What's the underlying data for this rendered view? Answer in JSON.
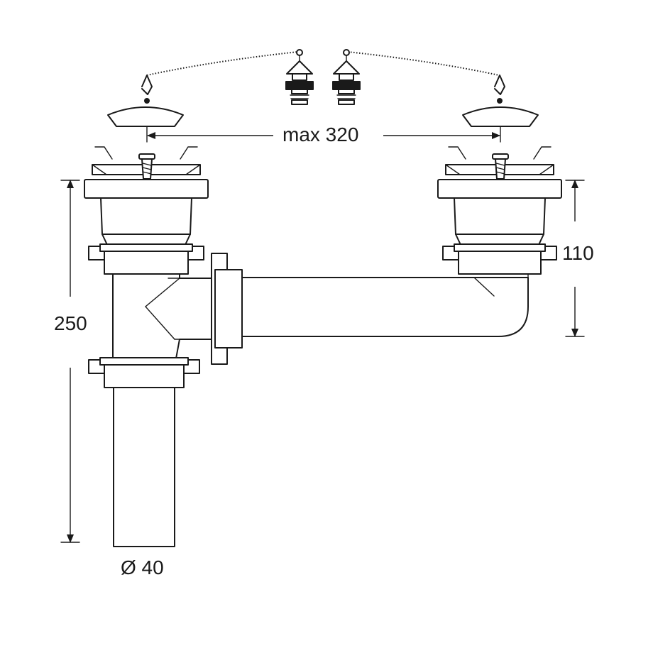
{
  "dimensions": {
    "width_label": "max 320",
    "total_height_label": "250",
    "offset_height_label": "110",
    "diameter_label": "Ø 40"
  },
  "colors": {
    "line": "#1a1a1a",
    "background": "#ffffff"
  }
}
